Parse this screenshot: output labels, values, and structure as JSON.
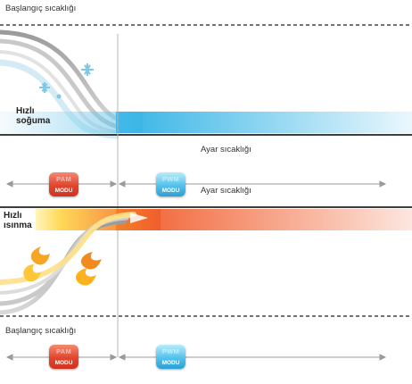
{
  "top": {
    "start_temp_label": "Başlangıç sıcaklığı",
    "fast_cooling_line1": "Hızlı",
    "fast_cooling_line2": "soğuma",
    "set_temp_label": "Ayar sıcaklığı",
    "pam_top": "PAM",
    "pam_bottom": "MODU",
    "pwm_top": "PWM",
    "pwm_bottom": "MODU"
  },
  "bottom": {
    "set_temp_label": "Ayar sıcaklığı",
    "fast_heating_line1": "Hızlı",
    "fast_heating_line2": "ısınma",
    "start_temp_label": "Başlangıç sıcaklığı",
    "pam_top": "PAM",
    "pam_bottom": "MODU",
    "pwm_top": "PWM",
    "pwm_bottom": "MODU"
  },
  "colors": {
    "cool_light": "#d6eef8",
    "cool_dark": "#33b3e6",
    "heat_light": "#ffd23a",
    "heat_dark": "#f05a28",
    "pam_red": "#e2452d",
    "pwm_blue": "#52c2ec"
  }
}
